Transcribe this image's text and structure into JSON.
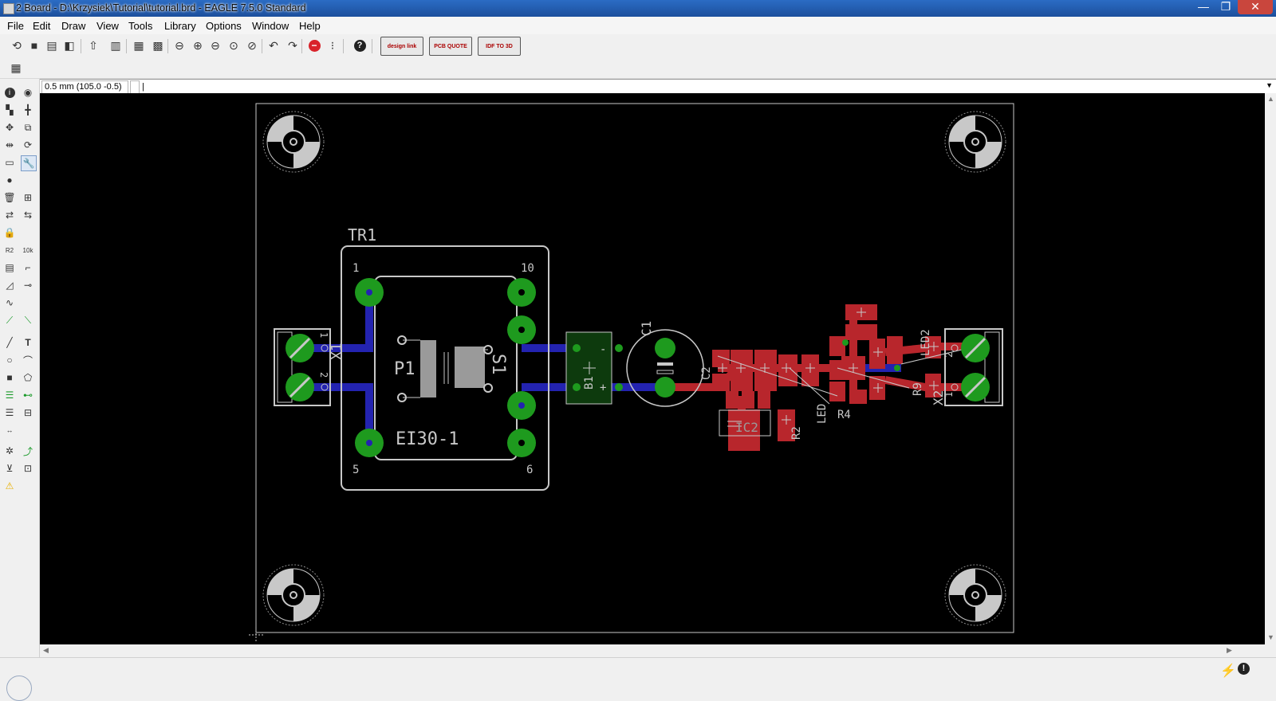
{
  "window": {
    "title": "2 Board - D:\\Krzysiek\\Tutorial\\tutorial.brd - EAGLE 7.5.0 Standard",
    "min_symbol": "—",
    "max_symbol": "❐",
    "close_symbol": "✕"
  },
  "menu": {
    "items": [
      "File",
      "Edit",
      "Draw",
      "View",
      "Tools",
      "Library",
      "Options",
      "Window",
      "Help"
    ]
  },
  "toolbar": {
    "icons": [
      "open-icon",
      "save-icon",
      "print-icon",
      "cam-icon",
      "script-icon",
      "run-ulp-icon",
      "layer-visibility-icon",
      "display-icon",
      "zoom-fit-icon",
      "zoom-in-icon",
      "zoom-out-icon",
      "zoom-select-icon",
      "zoom-redraw-icon",
      "undo-icon",
      "redo-icon",
      "stop-icon",
      "go-icon",
      "help-icon"
    ],
    "design_link_label": "design link",
    "pcb_quote_label": "PCB QUOTE",
    "idf_label": "IDF TO 3D"
  },
  "command": {
    "coordinate": "0.5 mm (105.0 -0.5)",
    "input_value": "|"
  },
  "board": {
    "transformer_name": "TR1",
    "transformer_value": "EI30-1",
    "primary_label": "P1",
    "secondary_label": "S1",
    "pin1": "1",
    "pin10": "10",
    "pin5": "5",
    "pin6": "6",
    "x1_label": "X1",
    "x2_label": "X2",
    "c1_label": "C1",
    "b1_label": "B1",
    "ic2_label": "IC2",
    "r4_label": "R4",
    "r2_label": "R2",
    "r9_label": "R9",
    "c2_label": "C2",
    "led_label": "LED",
    "led2_label": "LED2",
    "term_1": "1",
    "term_2": "2",
    "minus": "-",
    "plus": "+"
  },
  "colors": {
    "top_layer": "#c0272d",
    "bottom_layer": "#2323b0",
    "pads": "#1e9a1e",
    "silk": "#c8c8c8",
    "background": "#000000"
  }
}
